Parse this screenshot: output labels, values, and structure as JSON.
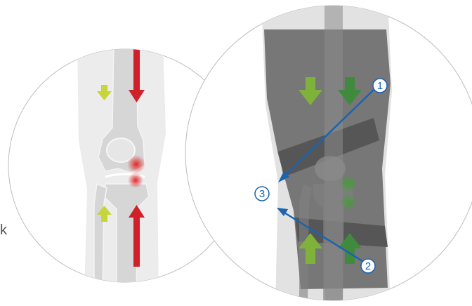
{
  "markers": [
    {
      "id": "1",
      "label": "1"
    },
    {
      "id": "2",
      "label": "2"
    },
    {
      "id": "3",
      "label": "3"
    }
  ],
  "edge_text": "k",
  "colors": {
    "red_arrow": "#d0202a",
    "yellow_arrow": "#c6d63a",
    "green_arrow_light": "#7fb23a",
    "green_arrow_dark": "#3f8a3c",
    "blue_annotation": "#1a64b0",
    "bone": "#ececec",
    "soft_tissue": "#d8d8d8",
    "brace": "#6e6e6e"
  },
  "icons": [
    "down-arrow-icon",
    "up-arrow-icon"
  ]
}
